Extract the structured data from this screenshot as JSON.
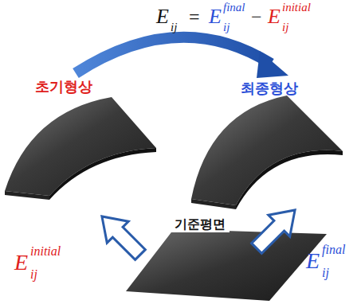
{
  "diagram": {
    "labels": [
      "E",
      "ij",
      "=",
      "E",
      "ij",
      "final",
      "−",
      "E",
      "ij",
      "initial",
      "초기형상",
      "최종형상",
      "E",
      "ij",
      "initial",
      "기준평면",
      "E",
      "ij",
      "final"
    ]
  }
}
